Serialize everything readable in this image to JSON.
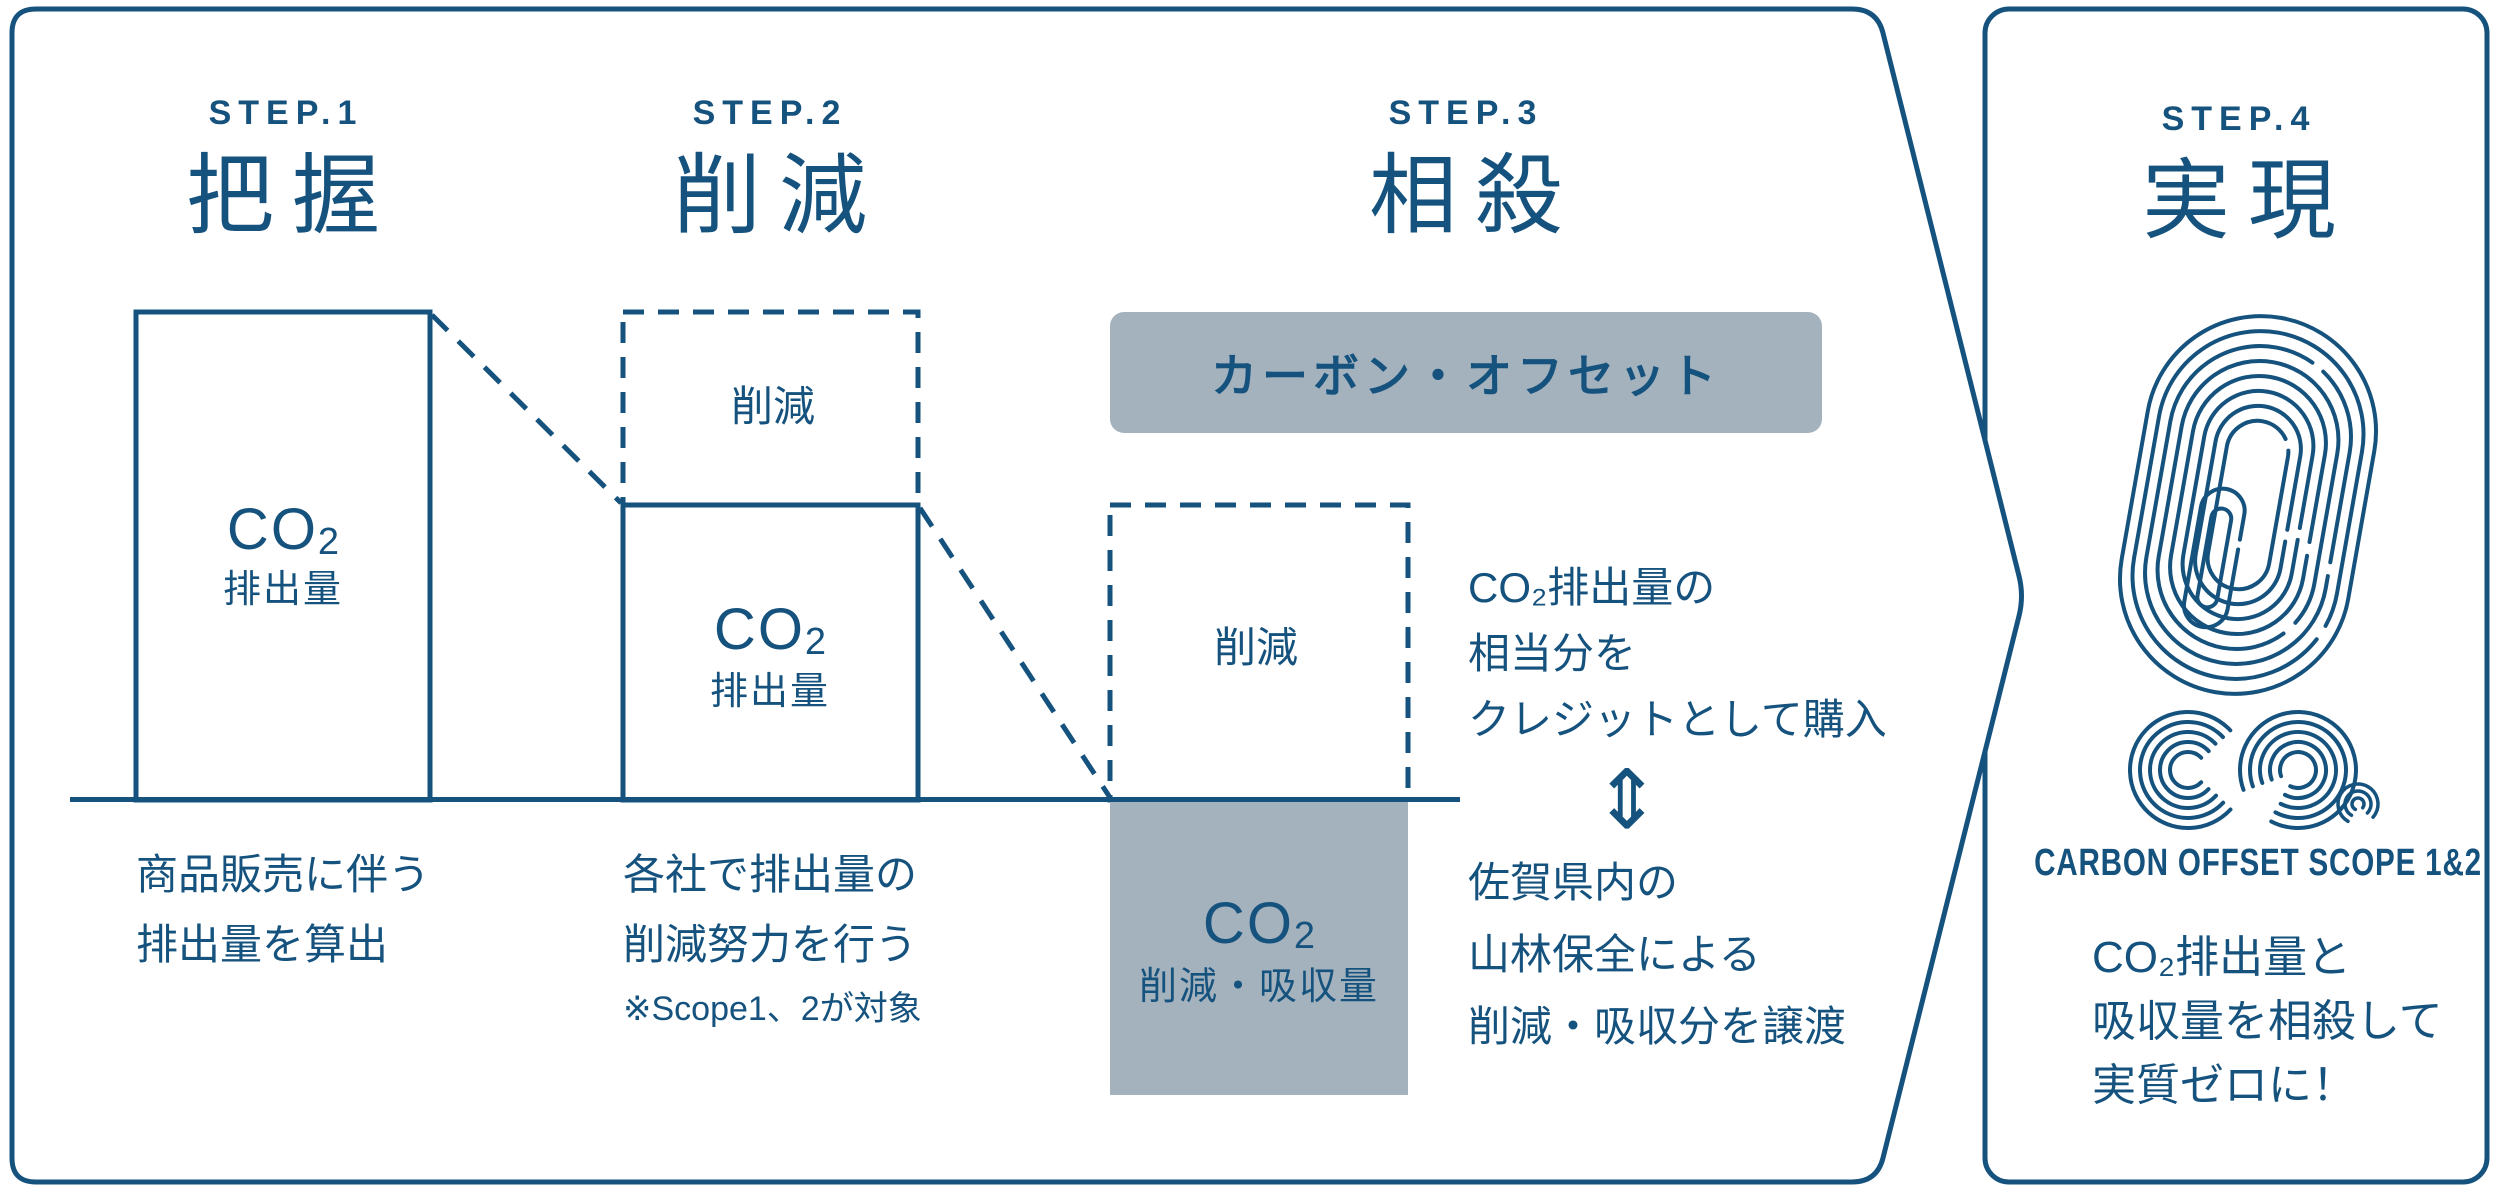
{
  "colors": {
    "blue": "#15527E",
    "gray": "#A4B2BD"
  },
  "step1": {
    "label": "STEP.1",
    "title": "把握",
    "bar": {
      "gas": "CO",
      "gas_sub": "2",
      "amount": "排出量"
    },
    "caption": [
      "商品販売に伴う",
      "排出量を算出"
    ]
  },
  "step2": {
    "label": "STEP.2",
    "title": "削減",
    "reduction_label": "削減",
    "bar": {
      "gas": "CO",
      "gas_sub": "2",
      "amount": "排出量"
    },
    "caption": [
      "各社で排出量の",
      "削減努力を行う"
    ],
    "note": "※Scope1、2が対象"
  },
  "step3": {
    "label": "STEP.3",
    "title": "相殺",
    "banner": "カーボン・オフセット",
    "reduction_label": "削減",
    "bar": {
      "gas": "CO",
      "gas_sub": "2",
      "amount": "削減・吸収量"
    },
    "purchase": [
      "CO₂排出量の",
      "相当分を",
      "クレジットとして購入"
    ],
    "arrow": "⇕",
    "transfer": [
      "佐賀県内の",
      "山林保全による",
      "削減・吸収分を譲渡"
    ]
  },
  "step4": {
    "label": "STEP.4",
    "title": "実現",
    "scope_caption": "CARBON OFFSET SCOPE 1&2",
    "summary": [
      "CO₂排出量と",
      "吸収量を相殺して",
      "実質ゼロに！"
    ]
  }
}
